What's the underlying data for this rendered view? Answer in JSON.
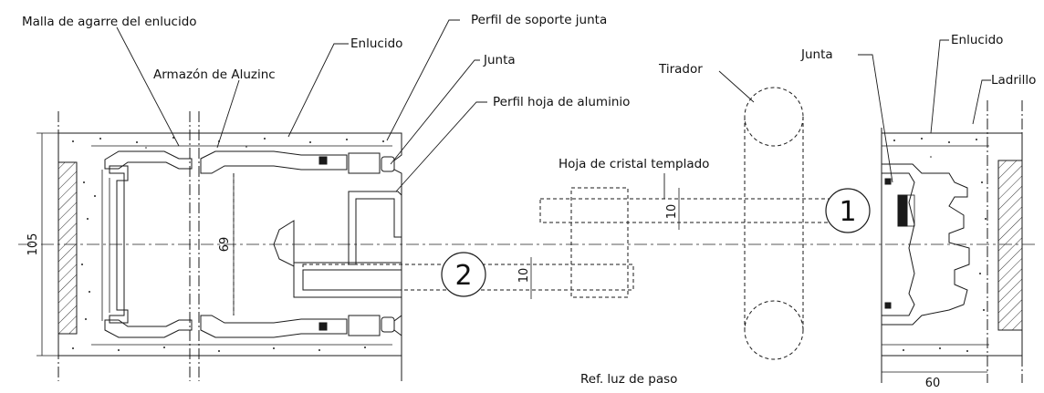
{
  "labels": {
    "malla": "Malla de agarre del enlucido",
    "armazon": "Armazón de Aluzinc",
    "enlucido_left": "Enlucido",
    "perfil_soporte": "Perfil de soporte junta",
    "junta_top": "Junta",
    "perfil_hoja": "Perfil hoja de aluminio",
    "tirador": "Tirador",
    "hoja_cristal": "Hoja de cristal templado",
    "junta_right": "Junta",
    "enlucido_right": "Enlucido",
    "ladrillo": "Ladrillo",
    "ref_luz": "Ref. luz de paso"
  },
  "dimensions": {
    "d105": "105",
    "d69": "69",
    "d10_glass": "10",
    "d10_leaf": "10",
    "d60": "60"
  },
  "markers": {
    "m1": "1",
    "m2": "2"
  },
  "colors": {
    "line": "#1a1a1a",
    "hatch": "#333333"
  }
}
